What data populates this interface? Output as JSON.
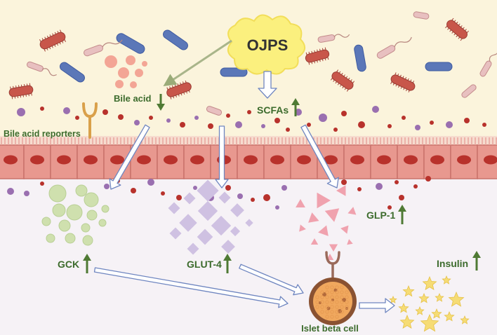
{
  "colors": {
    "lumen_bg": "#fbf4dc",
    "tissue_bg": "#f6f2f6",
    "epithelium": "#e8988f",
    "epithelium_border": "#c9726b",
    "nucleus": "#b8322c",
    "brush_border": "#e8a59c",
    "label_green": "#3c6b2c",
    "arrow_green": "#4f7a34",
    "bacteria_red": "#c8564a",
    "bacteria_blue": "#5b77b8",
    "bacteria_pink": "#e8c0c0",
    "bile_acid": "#f3a595",
    "gck_sphere": "#cfe0ae",
    "glut4_crystal": "#cfc1e2",
    "glp1_triangle": "#f0a2ae",
    "star": "#f6dc75",
    "metabolite_purple": "#9a6fb0",
    "metabolite_red": "#b8322c",
    "ojps_cloud": "#fbf07e",
    "open_arrow_stroke": "#6f86c0"
  },
  "labels": {
    "ojps": "OJPS",
    "bile_acid": "Bile acid",
    "scfas": "SCFAs",
    "bile_acid_reporters": "Bile acid reporters",
    "gck": "GCK",
    "glut4": "GLUT-4",
    "glp1": "GLP-1",
    "insulin": "Insulin",
    "islet_beta_cell": "Islet beta cell"
  },
  "changes": {
    "bile_acid": "down",
    "scfas": "up",
    "gck": "up",
    "glut4": "up",
    "glp1": "up",
    "insulin": "up"
  },
  "icons": {
    "ojps": "cloud-icon",
    "bacteria": "bacteria-icon",
    "bile_acid": "sphere-cluster-icon",
    "receptor": "y-receptor-icon",
    "gck": "sphere-cluster-icon",
    "glut4": "crystal-cluster-icon",
    "glp1": "triangle-cluster-icon",
    "beta_cell": "cell-icon",
    "insulin": "star-cluster-icon"
  }
}
